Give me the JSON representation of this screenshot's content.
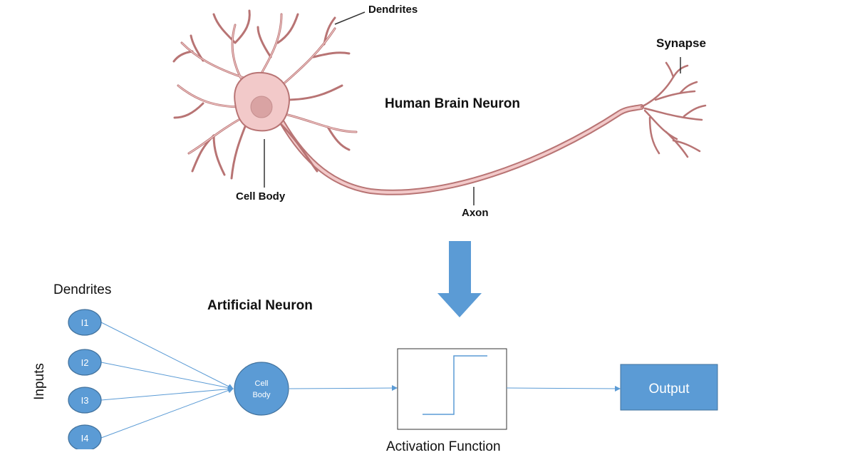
{
  "top": {
    "title": "Human Brain Neuron",
    "labels": {
      "dendrites": "Dendrites",
      "synapse": "Synapse",
      "cell_body": "Cell Body",
      "axon": "Axon"
    }
  },
  "bottom": {
    "title": "Artificial Neuron",
    "dendrites_label": "Dendrites",
    "inputs_label": "Inputs",
    "inputs": [
      "I1",
      "I2",
      "I3",
      "I4"
    ],
    "cell_body_lines": [
      "Cell",
      "Body"
    ],
    "activation_label": "Activation Function",
    "output_label": "Output"
  },
  "colors": {
    "neuron_fill": "#f2c9c9",
    "neuron_stroke": "#b87474",
    "soma_nucleus": "#d9a3a3",
    "node_fill": "#5b9bd5",
    "node_stroke": "#41719c",
    "arrow_fill": "#5b9bd5",
    "line": "#5b9bd5",
    "output_fill": "#5b9bd5"
  }
}
